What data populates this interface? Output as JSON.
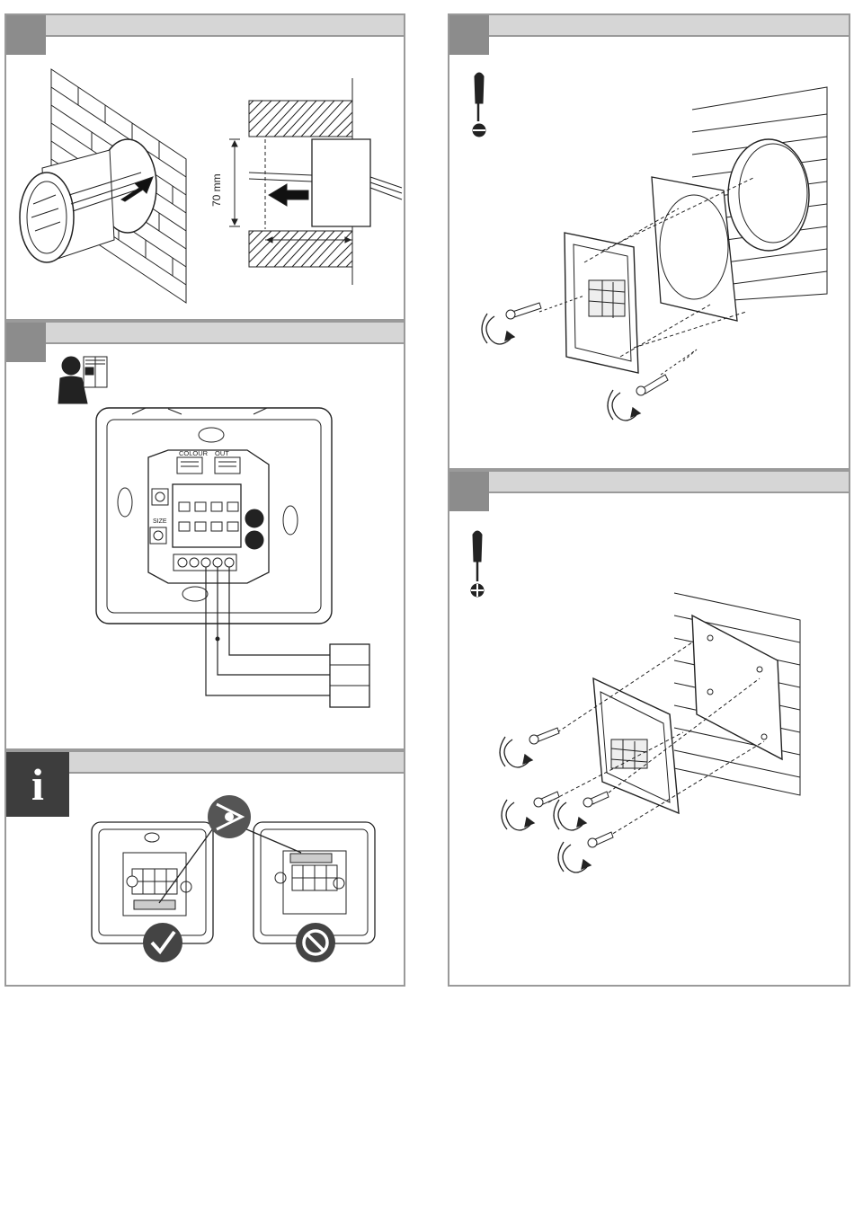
{
  "document": {
    "panels": [
      {
        "id": "panel-1",
        "step": "",
        "content": "flush box installation in wall"
      },
      {
        "id": "panel-2",
        "step": "",
        "content": "mount frame and insert with screws"
      },
      {
        "id": "panel-3",
        "step": "",
        "content": "wiring diagram for module"
      },
      {
        "id": "panel-4",
        "step": "",
        "content": "surface mounting with screws"
      },
      {
        "id": "panel-5",
        "step": "",
        "content": "orientation information"
      }
    ],
    "dimension_label": "70 mm",
    "module_labels": {
      "colour": "COLOUR",
      "out": "OUT",
      "size": "SIZE"
    },
    "info_icon": "i",
    "icons": [
      "screwdriver-flat-icon",
      "screwdriver-phillips-icon",
      "person-with-manual-icon",
      "eye-icon",
      "check-icon",
      "prohibited-icon",
      "rotate-arrow-icon"
    ]
  }
}
